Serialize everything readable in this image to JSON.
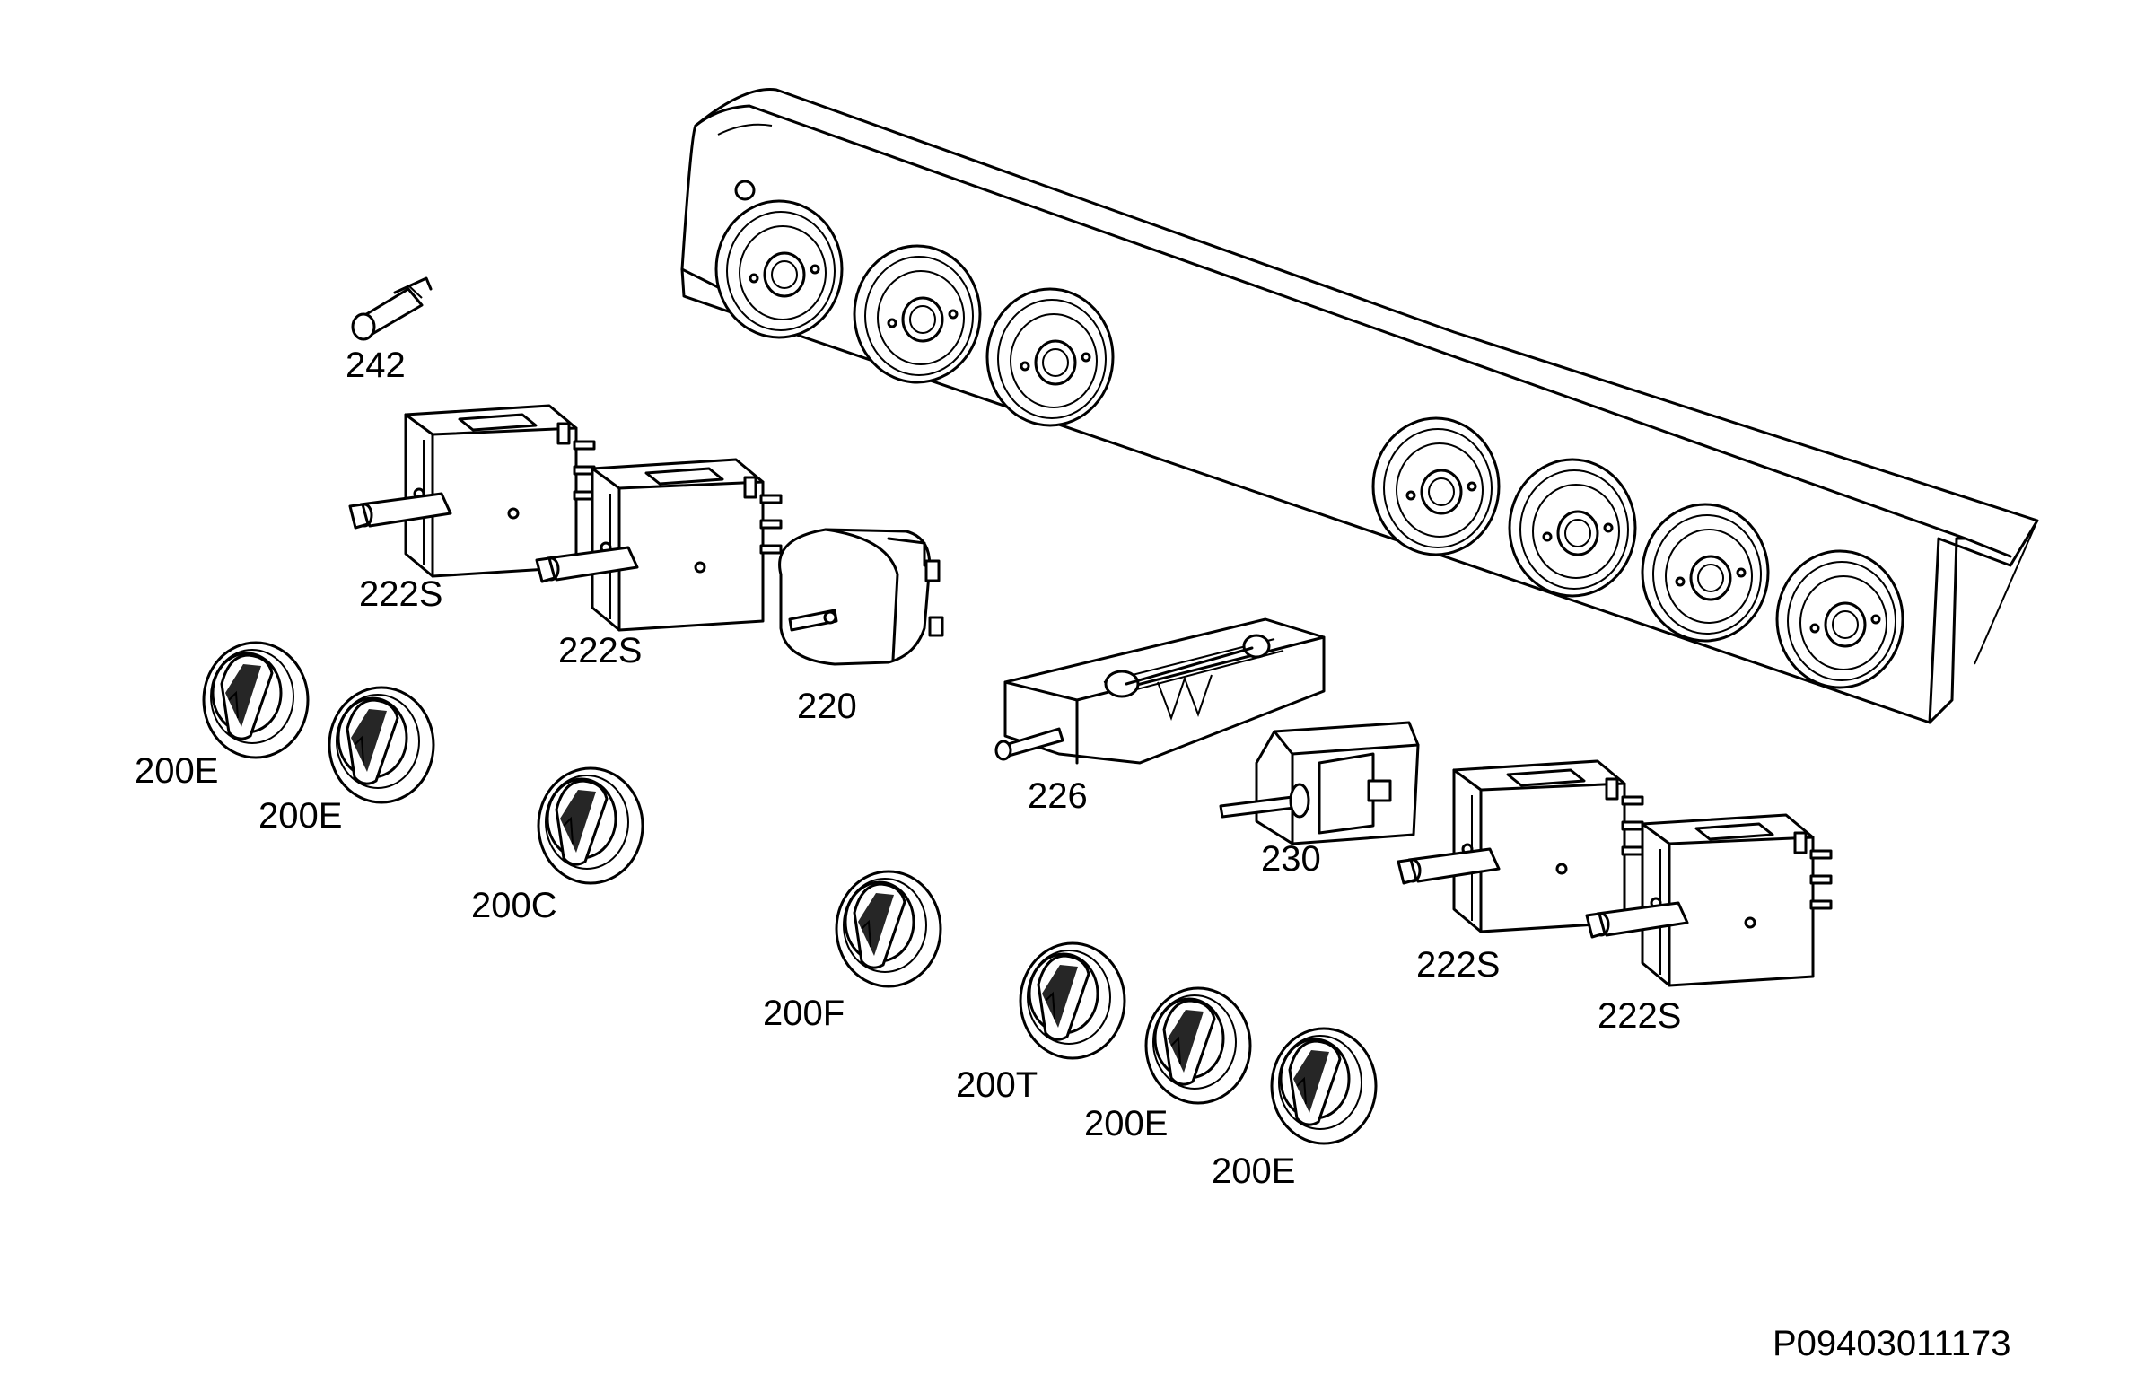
{
  "diagram": {
    "reference_code": "P09403011173",
    "part_labels": [
      {
        "id": "lbl-242",
        "text": "242"
      },
      {
        "id": "lbl-222s-1",
        "text": "222S"
      },
      {
        "id": "lbl-222s-2",
        "text": "222S"
      },
      {
        "id": "lbl-220",
        "text": "220"
      },
      {
        "id": "lbl-200e-1",
        "text": "200E"
      },
      {
        "id": "lbl-200e-2",
        "text": "200E"
      },
      {
        "id": "lbl-200c",
        "text": "200C"
      },
      {
        "id": "lbl-226",
        "text": "226"
      },
      {
        "id": "lbl-230",
        "text": "230"
      },
      {
        "id": "lbl-222s-3",
        "text": "222S"
      },
      {
        "id": "lbl-222s-4",
        "text": "222S"
      },
      {
        "id": "lbl-200f",
        "text": "200F"
      },
      {
        "id": "lbl-200t",
        "text": "200T"
      },
      {
        "id": "lbl-200e-3",
        "text": "200E"
      },
      {
        "id": "lbl-200e-4",
        "text": "200E"
      }
    ]
  }
}
